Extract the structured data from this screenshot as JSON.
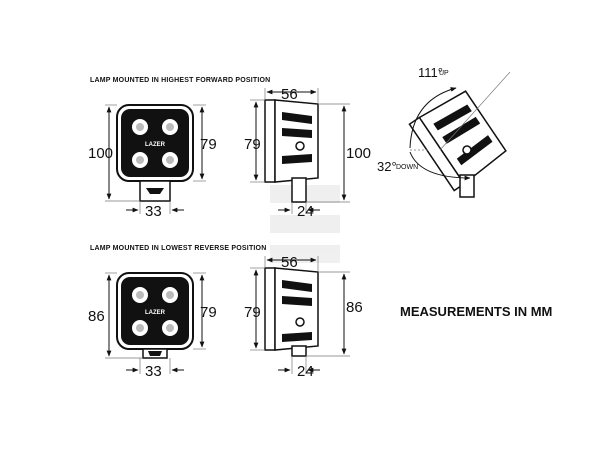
{
  "captions": {
    "top": "LAMP MOUNTED IN HIGHEST FORWARD POSITION",
    "bottom": "LAMP MOUNTED IN LOWEST REVERSE POSITION",
    "units": "MEASUREMENTS IN MM"
  },
  "logo_text": "LAZER",
  "top_front": {
    "overall_height": "100",
    "lamp_height": "79",
    "bracket_width": "33"
  },
  "top_side": {
    "depth": "56",
    "lamp_height": "79",
    "overall_height": "100",
    "bracket_width": "24"
  },
  "tilt": {
    "up_angle": "111°",
    "up_label": "UP",
    "down_angle": "32°",
    "down_label": "DOWN"
  },
  "bottom_front": {
    "overall_height": "86",
    "lamp_height": "79",
    "bracket_width": "33"
  },
  "bottom_side": {
    "depth": "56",
    "lamp_height": "79",
    "overall_height": "86",
    "bracket_width": "24"
  }
}
